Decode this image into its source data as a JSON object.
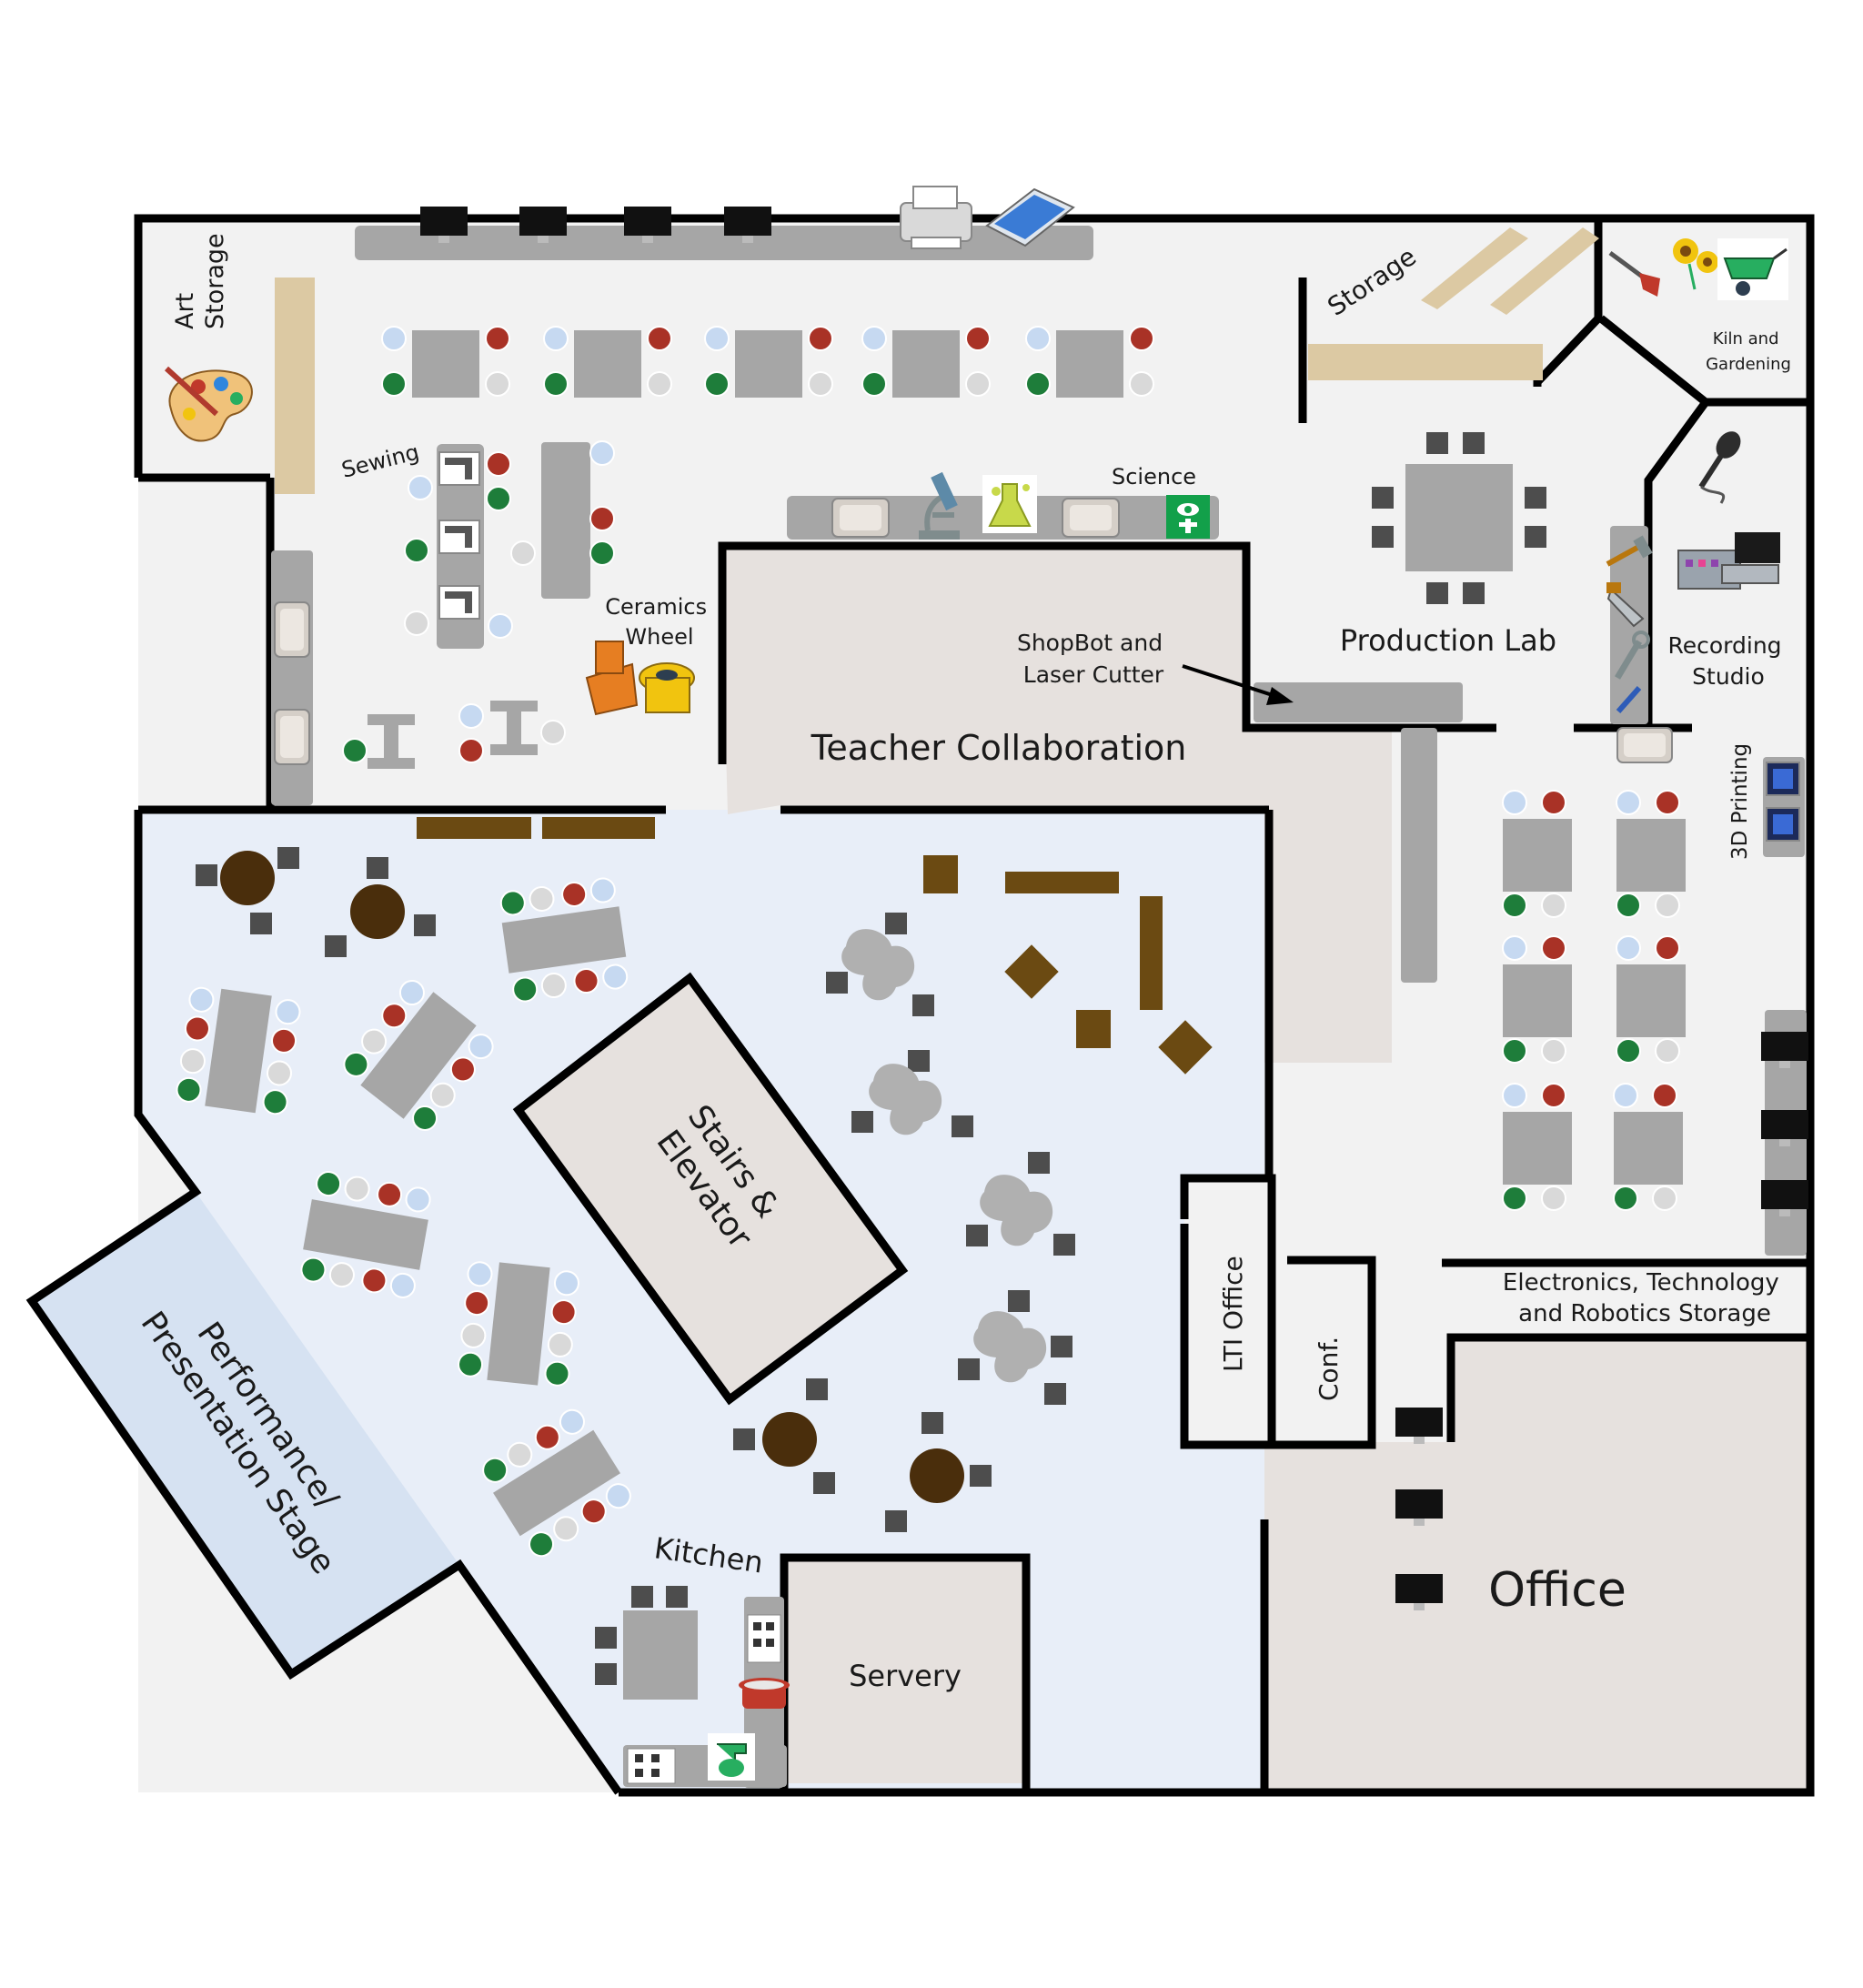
{
  "labels": {
    "art_storage": [
      "Art",
      "Storage"
    ],
    "sewing": "Sewing",
    "science": "Science",
    "ceramics": [
      "Ceramics",
      "Wheel"
    ],
    "storage": "Storage",
    "kiln": [
      "Kiln  and",
      "Gardening"
    ],
    "shopbot": [
      "ShopBot and",
      "Laser Cutter"
    ],
    "production_lab": "Production Lab",
    "recording": [
      "Recording",
      "Studio"
    ],
    "teacher_collab": "Teacher Collaboration",
    "printing_3d": "3D Printing",
    "stairs": [
      "Stairs &",
      "Elevator"
    ],
    "electronics": [
      "Electronics, Technology",
      "and  Robotics Storage"
    ],
    "lti_office": "LTI Office",
    "conf": "Conf.",
    "performance": [
      "Performance/",
      "Presentation Stage"
    ],
    "kitchen": "Kitchen",
    "servery": "Servery",
    "office": "Office"
  },
  "colors": {
    "wall": "#000000",
    "floor_main": "#f2f2f2",
    "floor_commons": "#e8eef8",
    "stage": "#d6e2f2",
    "room_fill": "#e6e1de",
    "table": "#a6a6a6",
    "chair_blue": "#c6d9f1",
    "chair_red": "#a93226",
    "chair_green": "#1e7d3a",
    "chair_gray": "#d9d9d9",
    "wood": "#dcc9a3",
    "brown": "#6b4a12",
    "round_table": "#4a2e0c",
    "stool": "#4d4d4d"
  },
  "icons": [
    "computer-monitor-icon",
    "printer-icon",
    "scanner-icon",
    "paint-palette-icon",
    "sewing-machine-icon",
    "microscope-icon",
    "chemistry-icon",
    "eyewash-icon",
    "sink-icon",
    "ceramics-wheel-icon",
    "shovel-icon",
    "sunflower-icon",
    "wheelbarrow-icon",
    "microphone-icon",
    "mixing-console-icon",
    "hammer-icon",
    "saw-icon",
    "wrench-icon",
    "screwdriver-icon",
    "3d-printer-icon",
    "stove-icon",
    "cooking-pot-icon",
    "mixer-icon"
  ]
}
